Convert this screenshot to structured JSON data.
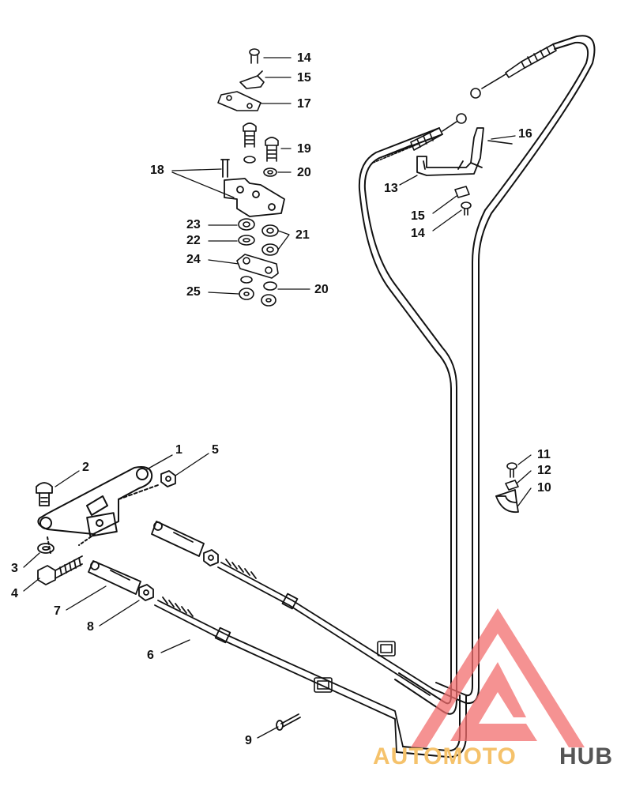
{
  "callouts": {
    "c1": "1",
    "c2": "2",
    "c3": "3",
    "c4": "4",
    "c5": "5",
    "c6": "6",
    "c7": "7",
    "c8": "8",
    "c9": "9",
    "c10": "10",
    "c11": "11",
    "c12": "12",
    "c13": "13",
    "c14a": "14",
    "c14b": "14",
    "c15a": "15",
    "c15b": "15",
    "c16": "16",
    "c17": "17",
    "c18": "18",
    "c19": "19",
    "c20a": "20",
    "c20b": "20",
    "c21": "21",
    "c22": "22",
    "c23": "23",
    "c24": "24",
    "c25": "25"
  },
  "watermark": {
    "part1": "AUTOMOTO",
    "part2": "HUB",
    "color_primary": "#f26d6d",
    "color_secondary": "#f5c26b",
    "color_tertiary": "#555555"
  }
}
